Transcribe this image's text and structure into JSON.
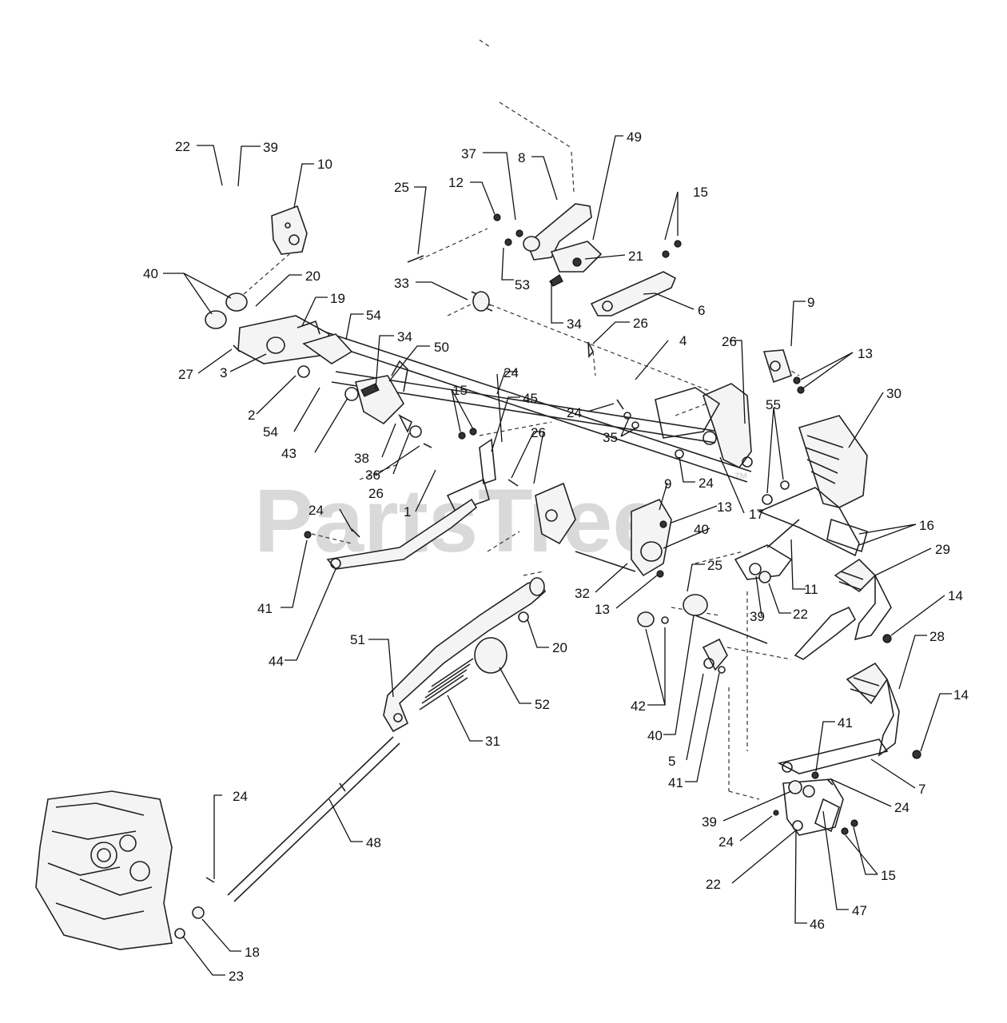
{
  "diagram": {
    "watermark": "PartsTree",
    "watermark_mark": "™",
    "callouts": [
      {
        "id": "c22a",
        "label": "22"
      },
      {
        "id": "c39a",
        "label": "39"
      },
      {
        "id": "c10",
        "label": "10"
      },
      {
        "id": "c37",
        "label": "37"
      },
      {
        "id": "c8",
        "label": "8"
      },
      {
        "id": "c49",
        "label": "49"
      },
      {
        "id": "c25a",
        "label": "25"
      },
      {
        "id": "c12",
        "label": "12"
      },
      {
        "id": "c15a",
        "label": "15"
      },
      {
        "id": "c21",
        "label": "21"
      },
      {
        "id": "c53",
        "label": "53"
      },
      {
        "id": "c40a",
        "label": "40"
      },
      {
        "id": "c20a",
        "label": "20"
      },
      {
        "id": "c33",
        "label": "33"
      },
      {
        "id": "c6",
        "label": "6"
      },
      {
        "id": "c19",
        "label": "19"
      },
      {
        "id": "c34a",
        "label": "34"
      },
      {
        "id": "c9a",
        "label": "9"
      },
      {
        "id": "c54a",
        "label": "54"
      },
      {
        "id": "c26a",
        "label": "26"
      },
      {
        "id": "c34b",
        "label": "34"
      },
      {
        "id": "c50",
        "label": "50"
      },
      {
        "id": "c4",
        "label": "4"
      },
      {
        "id": "c26b",
        "label": "26"
      },
      {
        "id": "c13a",
        "label": "13"
      },
      {
        "id": "c27",
        "label": "27"
      },
      {
        "id": "c3",
        "label": "3"
      },
      {
        "id": "c24a",
        "label": "24"
      },
      {
        "id": "c15b",
        "label": "15"
      },
      {
        "id": "c45",
        "label": "45"
      },
      {
        "id": "c30",
        "label": "30"
      },
      {
        "id": "c2",
        "label": "2"
      },
      {
        "id": "c24b",
        "label": "24"
      },
      {
        "id": "c55",
        "label": "55"
      },
      {
        "id": "c54b",
        "label": "54"
      },
      {
        "id": "c35",
        "label": "35"
      },
      {
        "id": "c43",
        "label": "43"
      },
      {
        "id": "c26c",
        "label": "26"
      },
      {
        "id": "c38",
        "label": "38"
      },
      {
        "id": "c24c",
        "label": "24"
      },
      {
        "id": "c36",
        "label": "36"
      },
      {
        "id": "c17",
        "label": "17"
      },
      {
        "id": "c26d",
        "label": "26"
      },
      {
        "id": "c1",
        "label": "1"
      },
      {
        "id": "c9b",
        "label": "9"
      },
      {
        "id": "c13b",
        "label": "13"
      },
      {
        "id": "c24d",
        "label": "24"
      },
      {
        "id": "c16",
        "label": "16"
      },
      {
        "id": "c40b",
        "label": "40"
      },
      {
        "id": "c29",
        "label": "29"
      },
      {
        "id": "c25b",
        "label": "25"
      },
      {
        "id": "c41a",
        "label": "41"
      },
      {
        "id": "c32",
        "label": "32"
      },
      {
        "id": "c11",
        "label": "11"
      },
      {
        "id": "c13c",
        "label": "13"
      },
      {
        "id": "c39b",
        "label": "39"
      },
      {
        "id": "c22b",
        "label": "22"
      },
      {
        "id": "c14a",
        "label": "14"
      },
      {
        "id": "c44",
        "label": "44"
      },
      {
        "id": "c20b",
        "label": "20"
      },
      {
        "id": "c51",
        "label": "51"
      },
      {
        "id": "c28",
        "label": "28"
      },
      {
        "id": "c42",
        "label": "42"
      },
      {
        "id": "c52",
        "label": "52"
      },
      {
        "id": "c14b",
        "label": "14"
      },
      {
        "id": "c40c",
        "label": "40"
      },
      {
        "id": "c31",
        "label": "31"
      },
      {
        "id": "c41b",
        "label": "41"
      },
      {
        "id": "c5",
        "label": "5"
      },
      {
        "id": "c7",
        "label": "7"
      },
      {
        "id": "c41c",
        "label": "41"
      },
      {
        "id": "c24e",
        "label": "24"
      },
      {
        "id": "c24f",
        "label": "24"
      },
      {
        "id": "c48",
        "label": "48"
      },
      {
        "id": "c39c",
        "label": "39"
      },
      {
        "id": "c24g",
        "label": "24"
      },
      {
        "id": "c15c",
        "label": "15"
      },
      {
        "id": "c22c",
        "label": "22"
      },
      {
        "id": "c47",
        "label": "47"
      },
      {
        "id": "c46",
        "label": "46"
      },
      {
        "id": "c18",
        "label": "18"
      },
      {
        "id": "c23",
        "label": "23"
      }
    ]
  }
}
